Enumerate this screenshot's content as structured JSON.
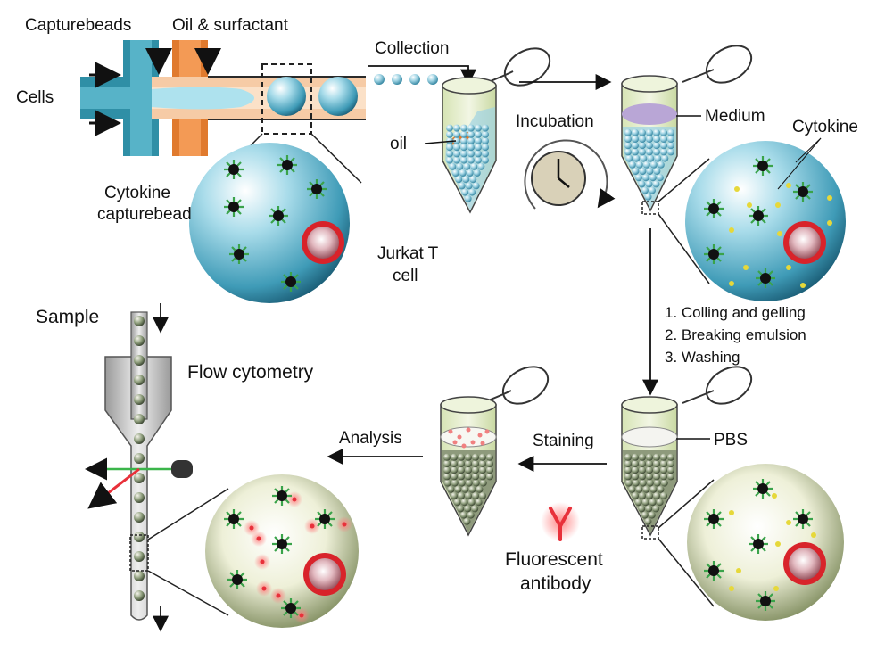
{
  "labels": {
    "capturebeads": "Capturebeads",
    "oil_surfactant": "Oil & surfactant",
    "cells": "Cells",
    "collection": "Collection",
    "oil": "oil",
    "incubation": "Incubation",
    "medium": "Medium",
    "cytokine": "Cytokine",
    "cytokine_capturebead_line1": "Cytokine",
    "cytokine_capturebead_line2": "capturebead",
    "jurkat_line1": "Jurkat T",
    "jurkat_line2": "cell",
    "steps": [
      "1. Colling and gelling",
      "2. Breaking emulsion",
      "3. Washing"
    ],
    "sample": "Sample",
    "flow_cytometry": "Flow cytometry",
    "analysis": "Analysis",
    "staining": "Staining",
    "pbs": "PBS",
    "fluorescent_line1": "Fluorescent",
    "fluorescent_line2": "antibody"
  },
  "colors": {
    "teal_channel": "#2f8fa6",
    "orange_channel": "#e07a2e",
    "droplet_blue": "#7ec8de",
    "tube_green": "#e6efcc",
    "medium_purple": "#b9a6d6",
    "cell_red": "#d8232a",
    "fluorescent_red": "#e8303a",
    "laser_green": "#3bb54a"
  }
}
